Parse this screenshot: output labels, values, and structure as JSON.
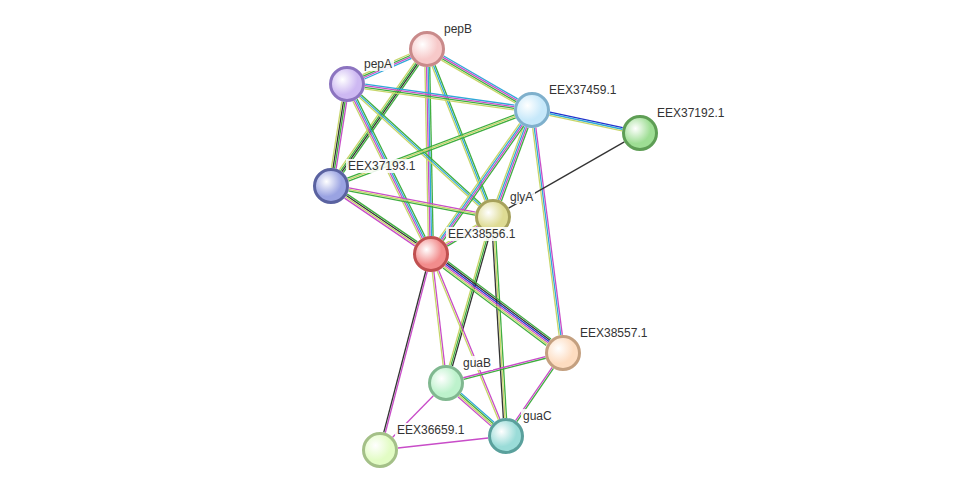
{
  "diagram": {
    "nodes": [
      {
        "text": [
          "pepB"
        ]
      },
      {
        "text": [
          "pepA"
        ]
      },
      {
        "text": [
          "EEX37459.1"
        ]
      },
      {
        "text": [
          "EEX37192.1"
        ]
      },
      {
        "text": [
          "EEX37193.1"
        ]
      },
      {
        "text": [
          "glyA"
        ]
      },
      {
        "text": [
          "EEX38556.1"
        ]
      },
      {
        "text": [
          "EEX38557.1"
        ]
      },
      {
        "text": [
          "guaB"
        ]
      },
      {
        "text": [
          "guaC"
        ]
      },
      {
        "text": [
          "EEX36659.1"
        ]
      }
    ],
    "edges": [
      {
        "from": 0,
        "to": 1,
        "arrow": "none"
      },
      {
        "from": 0,
        "to": 2,
        "arrow": "none"
      },
      {
        "from": 0,
        "to": 4,
        "arrow": "none"
      },
      {
        "from": 0,
        "to": 5,
        "arrow": "none"
      },
      {
        "from": 0,
        "to": 6,
        "arrow": "none"
      },
      {
        "from": 1,
        "to": 2,
        "arrow": "none"
      },
      {
        "from": 1,
        "to": 4,
        "arrow": "none"
      },
      {
        "from": 1,
        "to": 5,
        "arrow": "none"
      },
      {
        "from": 1,
        "to": 6,
        "arrow": "none"
      },
      {
        "from": 2,
        "to": 3,
        "arrow": "none"
      },
      {
        "from": 2,
        "to": 4,
        "arrow": "none"
      },
      {
        "from": 2,
        "to": 5,
        "arrow": "none"
      },
      {
        "from": 2,
        "to": 6,
        "arrow": "none"
      },
      {
        "from": 2,
        "to": 7,
        "arrow": "none"
      },
      {
        "from": 3,
        "to": 5,
        "arrow": "none"
      },
      {
        "from": 4,
        "to": 5,
        "arrow": "none"
      },
      {
        "from": 4,
        "to": 6,
        "arrow": "none"
      },
      {
        "from": 5,
        "to": 6,
        "arrow": "none"
      },
      {
        "from": 5,
        "to": 8,
        "arrow": "none"
      },
      {
        "from": 5,
        "to": 9,
        "arrow": "none"
      },
      {
        "from": 6,
        "to": 7,
        "arrow": "none"
      },
      {
        "from": 6,
        "to": 8,
        "arrow": "none"
      },
      {
        "from": 6,
        "to": 9,
        "arrow": "none"
      },
      {
        "from": 6,
        "to": 10,
        "arrow": "none"
      },
      {
        "from": 7,
        "to": 8,
        "arrow": "none"
      },
      {
        "from": 7,
        "to": 9,
        "arrow": "none"
      },
      {
        "from": 8,
        "to": 9,
        "arrow": "none"
      },
      {
        "from": 8,
        "to": 10,
        "arrow": "none"
      },
      {
        "from": 9,
        "to": 10,
        "arrow": "none"
      }
    ]
  }
}
